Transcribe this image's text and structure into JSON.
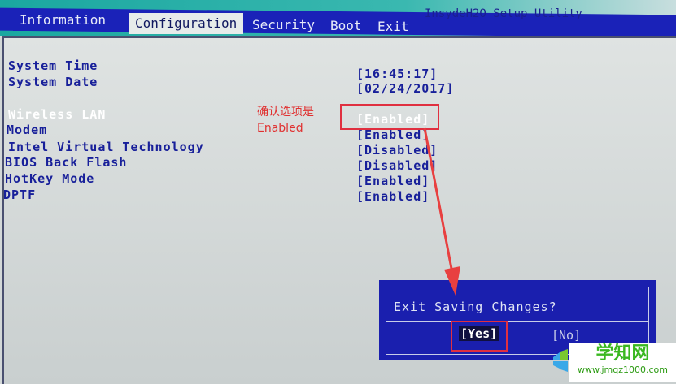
{
  "header": {
    "app_title": "InsydeH2O Setup Utility",
    "tabs": [
      {
        "label": "Information"
      },
      {
        "label": "Configuration",
        "active": true
      },
      {
        "label": "Security"
      },
      {
        "label": "Boot"
      },
      {
        "label": "Exit"
      }
    ]
  },
  "settings": [
    {
      "label": "System Time",
      "value": "[16:45:17]"
    },
    {
      "label": "System Date",
      "value": "[02/24/2017]"
    },
    {
      "label": "Wireless LAN",
      "value": "[Enabled]",
      "selected": true
    },
    {
      "label": "Modem",
      "value": "[Enabled]"
    },
    {
      "label": "Intel Virtual Technology",
      "value": "[Disabled]"
    },
    {
      "label": "BIOS Back Flash",
      "value": "[Disabled]"
    },
    {
      "label": "HotKey Mode",
      "value": "[Enabled]"
    },
    {
      "label": "DPTF",
      "value": "[Enabled]"
    }
  ],
  "annotation": {
    "line1": "确认选项是",
    "line2": "Enabled",
    "color": "#e03030"
  },
  "dialog": {
    "title": "Exit Saving Changes?",
    "yes": "[Yes]",
    "no": "[No]"
  },
  "watermark": {
    "name": "学知网",
    "url": "www.jmqz1000.com"
  },
  "colors": {
    "bios_blue": "#1a22b8",
    "text_blue": "#18209a",
    "highlight_red": "#e03040"
  }
}
